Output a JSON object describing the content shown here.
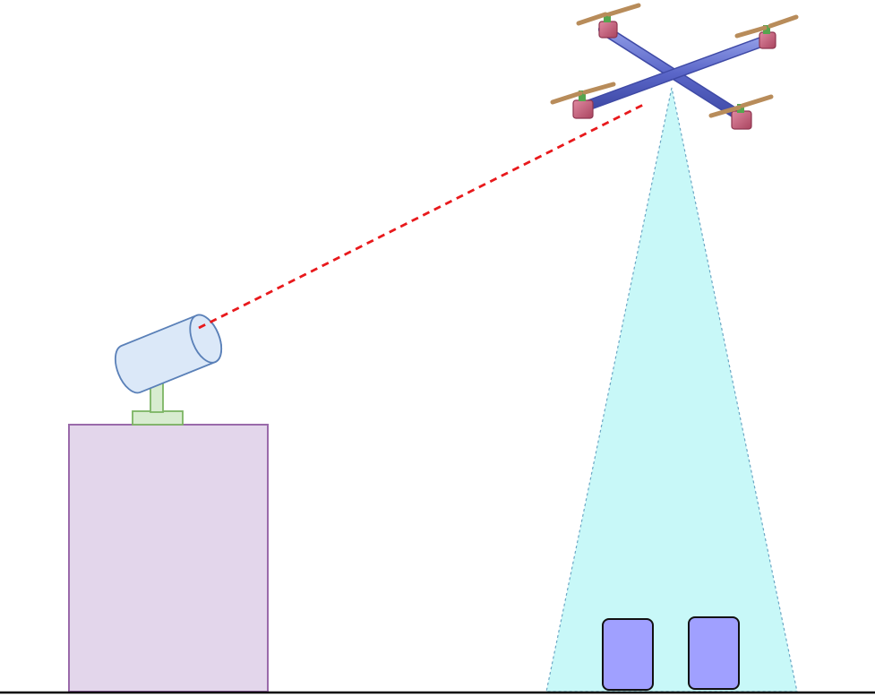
{
  "scene": {
    "background_color": "#ffffff",
    "ground": {
      "color": "#000000"
    },
    "building": {
      "fill": "#e3d6eb",
      "stroke": "#9a6aaa"
    },
    "laser_emitter": {
      "body_fill": "#dbe8f8",
      "body_stroke": "#5a80b8",
      "mount_fill": "#d8ecd0",
      "mount_stroke": "#7cb463"
    },
    "laser_beam": {
      "color": "#e8191c",
      "style": "dashed"
    },
    "drone": {
      "arm_color": "#5a66c8",
      "motor_color": "#c45a78",
      "shaft_color": "#55a64f",
      "propeller_color": "#b88c5a"
    },
    "light_cone": {
      "fill": "#c8f8f8",
      "stroke": "#6aa6c4",
      "style": "dotted-edge"
    },
    "receivers": {
      "count": 2,
      "fill": "#a0a0ff",
      "stroke": "#111111"
    }
  }
}
